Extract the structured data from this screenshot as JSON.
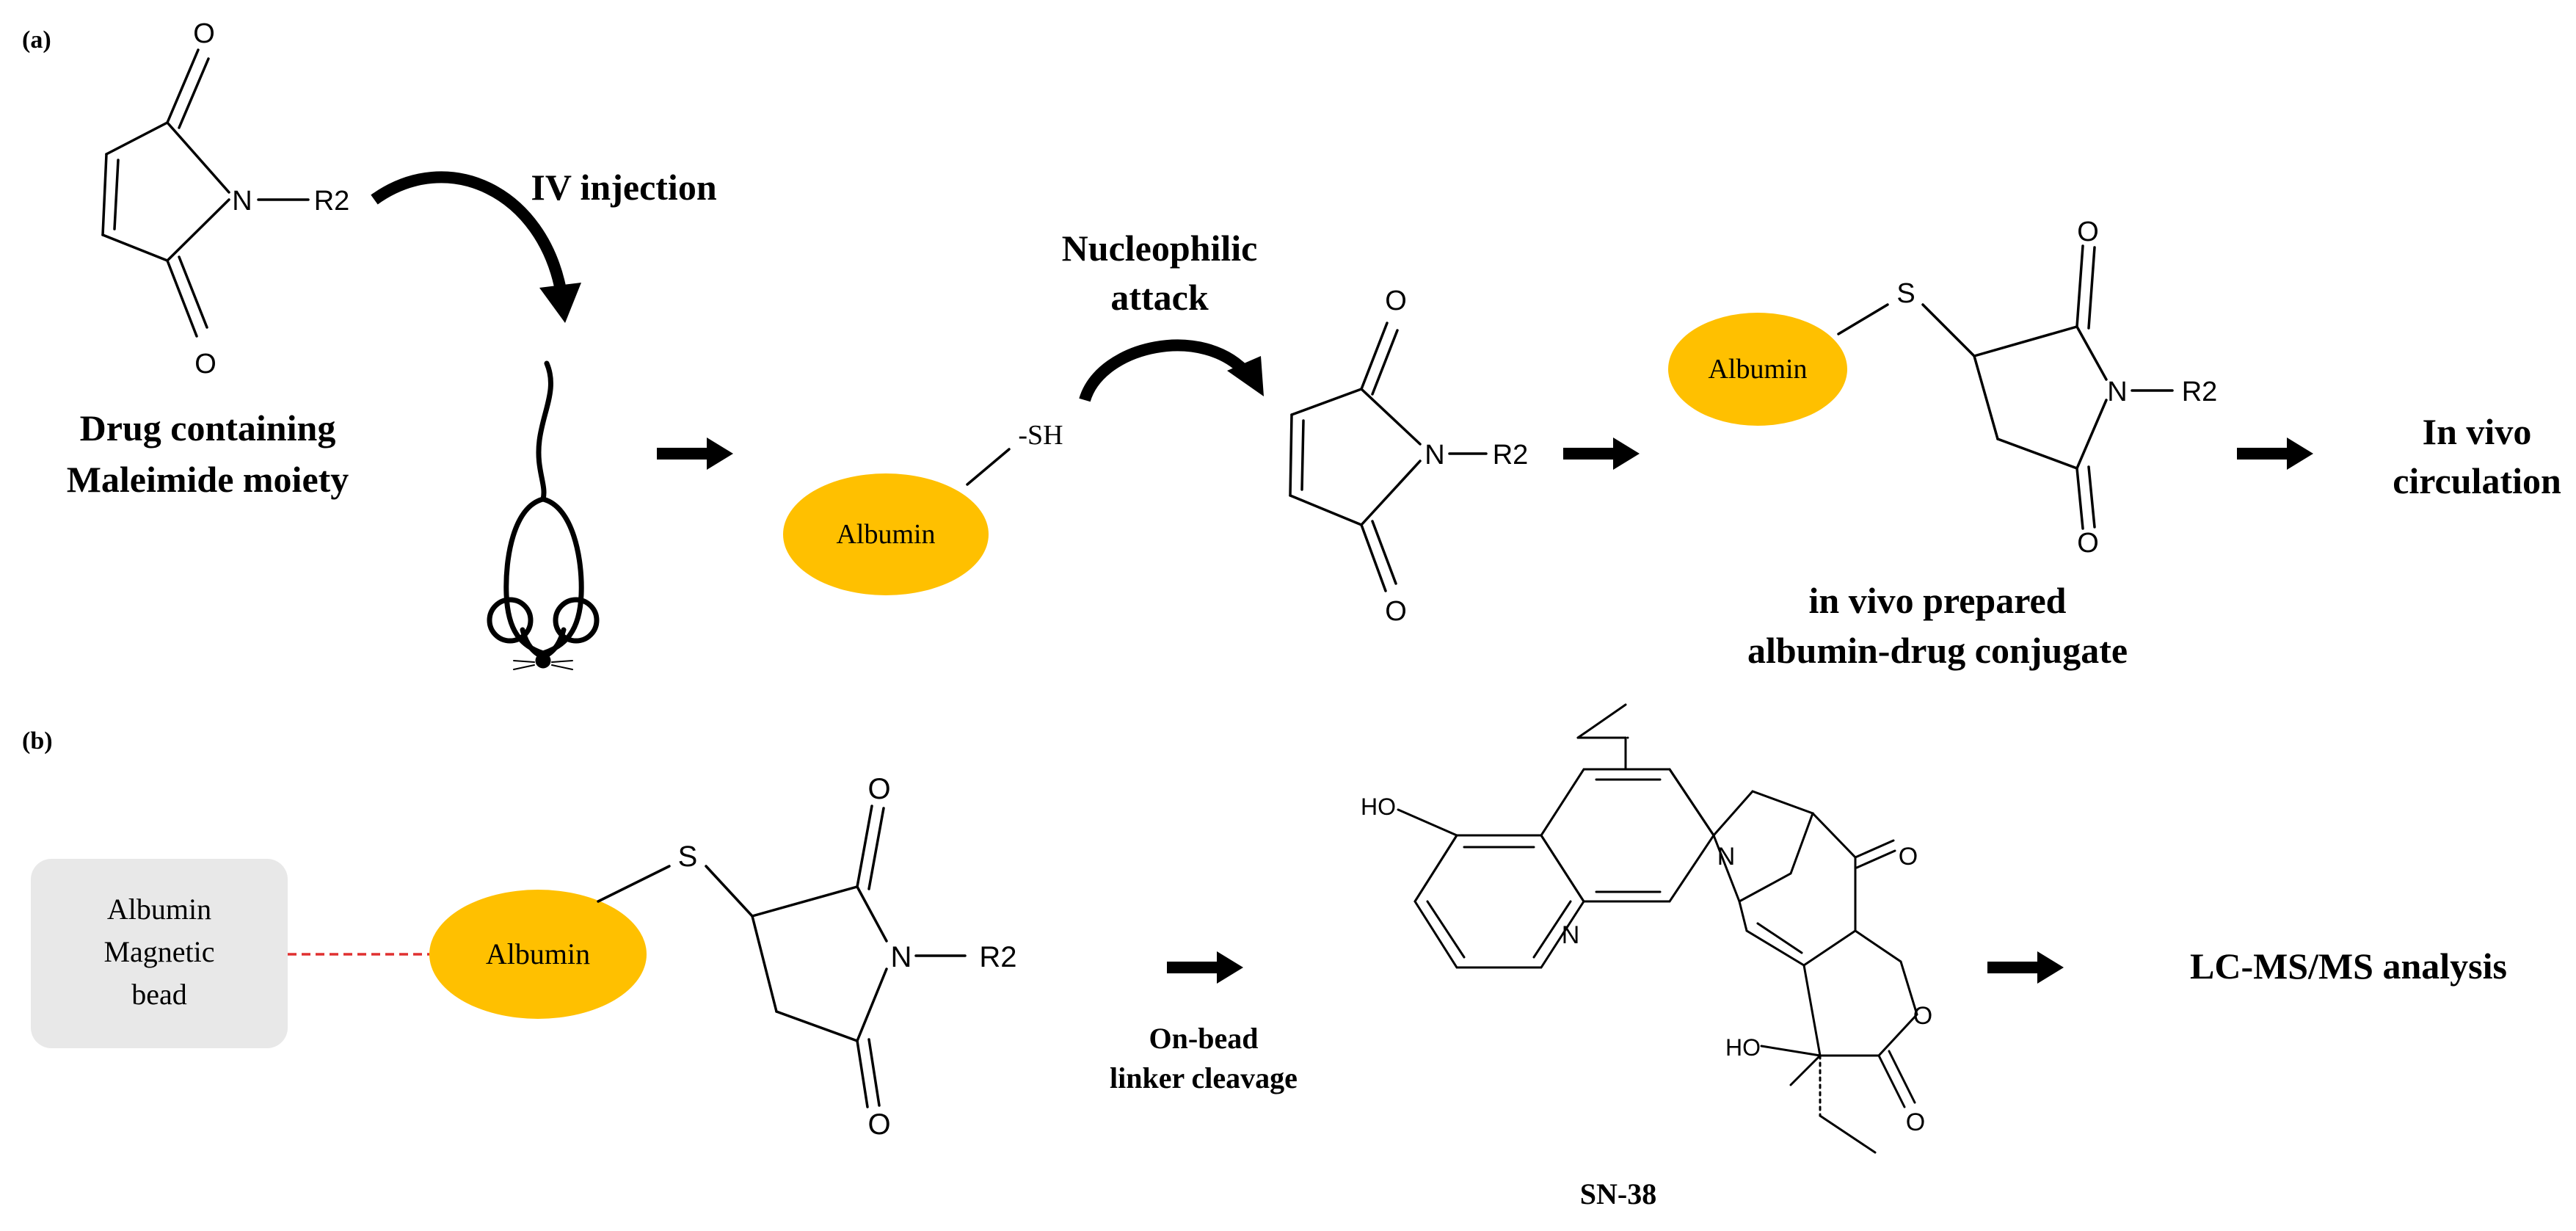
{
  "panel_a": {
    "label": "(a)",
    "drug_label_line1": "Drug containing",
    "drug_label_line2": "Maleimide moiety",
    "iv_injection": "IV injection",
    "nucleophilic_line1": "Nucleophilic",
    "nucleophilic_line2": "attack",
    "thiol": "-SH",
    "albumin": "Albumin",
    "conjugate_line1": "in vivo prepared",
    "conjugate_line2": "albumin-drug conjugate",
    "circulation_line1": "In vivo",
    "circulation_line2": "circulation",
    "atom_o": "O",
    "atom_n": "N",
    "atom_s": "S",
    "r_group": "R2"
  },
  "panel_b": {
    "label": "(b)",
    "bead_line1": "Albumin",
    "bead_line2": "Magnetic",
    "bead_line3": "bead",
    "albumin": "Albumin",
    "cleavage_line1": "On-bead",
    "cleavage_line2": "linker cleavage",
    "product_name": "SN-38",
    "analysis": "LC-MS/MS analysis",
    "atom_o": "O",
    "atom_n": "N",
    "atom_s": "S",
    "atom_ho": "HO",
    "r_group": "R2"
  },
  "colors": {
    "albumin_fill": "#FFC000",
    "bead_fill": "#E8E8E8",
    "linker_dash": "#E03030"
  },
  "icons": {
    "mouse": "mouse-icon",
    "arrow": "right-arrow-icon",
    "curved_arrow": "curved-arrow-icon"
  }
}
